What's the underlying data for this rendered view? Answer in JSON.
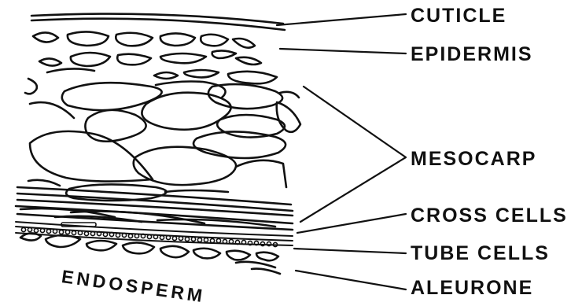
{
  "labels": {
    "cuticle": "CUTICLE",
    "epidermis": "EPIDERMIS",
    "mesocarp": "MESOCARP",
    "cross_cells": "CROSS CELLS",
    "tube_cells": "TUBE CELLS",
    "aleurone": "ALEURONE",
    "endosperm": "ENDOSPERM"
  }
}
